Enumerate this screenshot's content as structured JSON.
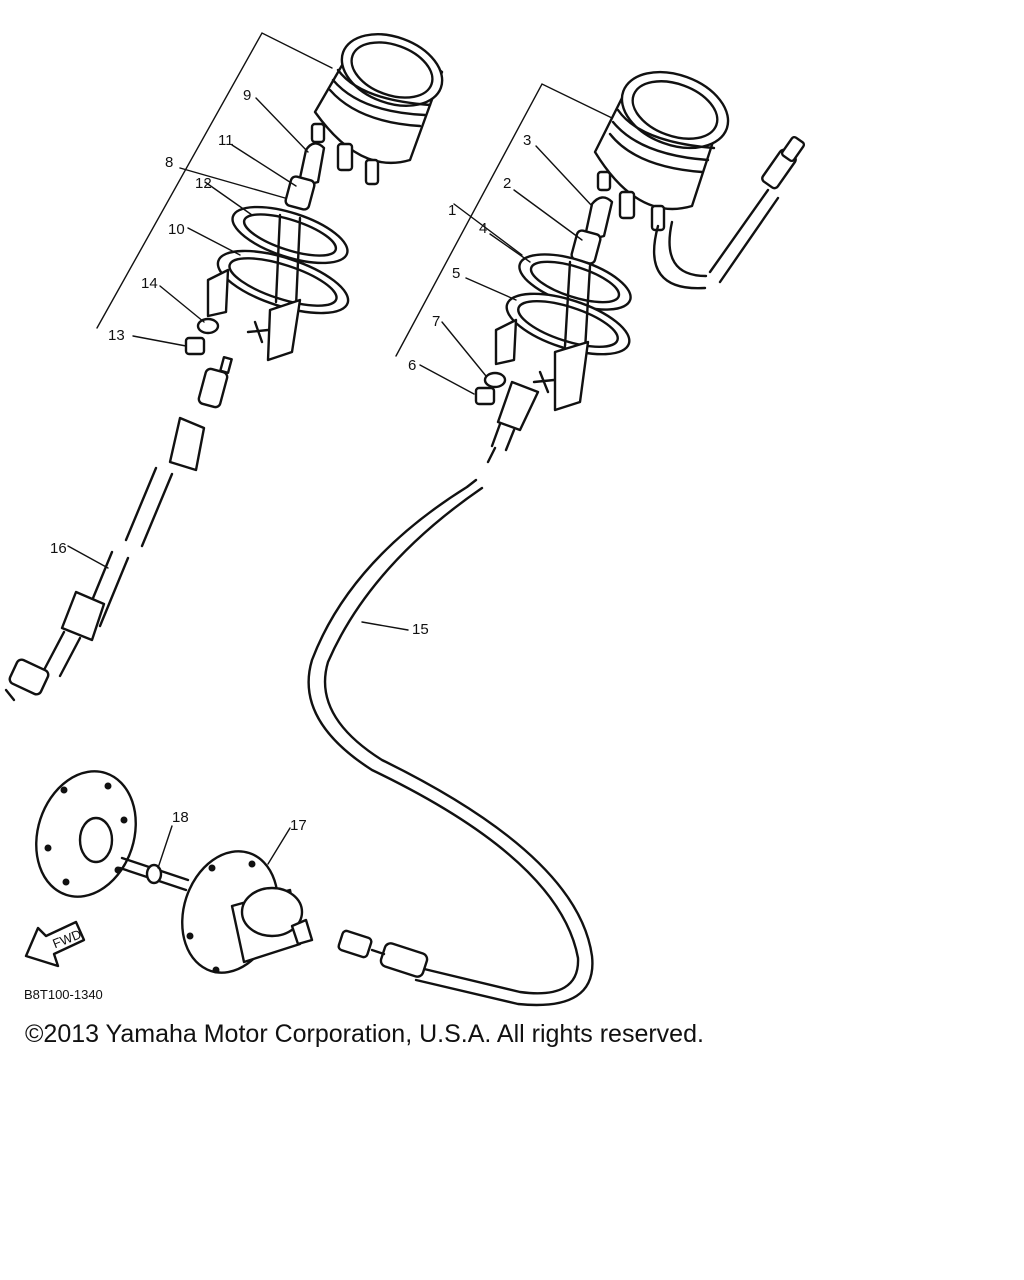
{
  "diagram": {
    "callouts": [
      "1",
      "2",
      "3",
      "4",
      "5",
      "6",
      "7",
      "8",
      "9",
      "10",
      "11",
      "12",
      "13",
      "14",
      "15",
      "16",
      "17",
      "18"
    ],
    "fwd_label": "FWD",
    "drawing_code": "B8T100-1340"
  },
  "footer": {
    "copyright": "©2013 Yamaha Motor Corporation, U.S.A. All rights reserved."
  }
}
